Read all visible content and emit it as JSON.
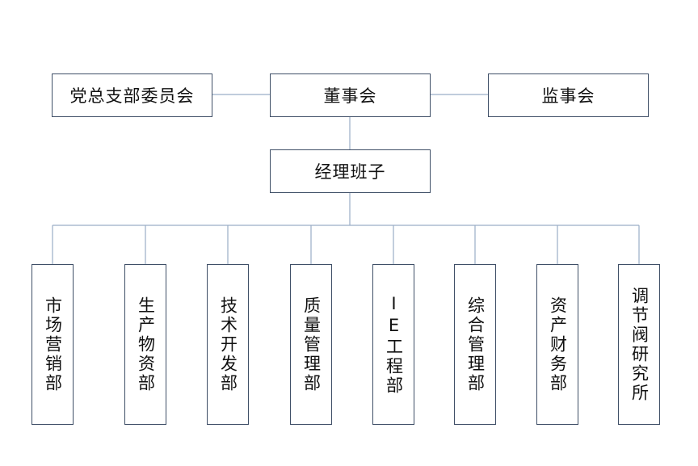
{
  "top_row": {
    "party_committee": "党总支部委员会",
    "board": "董事会",
    "supervisors": "监事会"
  },
  "management": "经理班子",
  "departments": [
    "市场营销部",
    "生产物资部",
    "技术开发部",
    "质量管理部",
    "IE工程部",
    "综合管理部",
    "资产财务部",
    "调节阀研究所"
  ]
}
